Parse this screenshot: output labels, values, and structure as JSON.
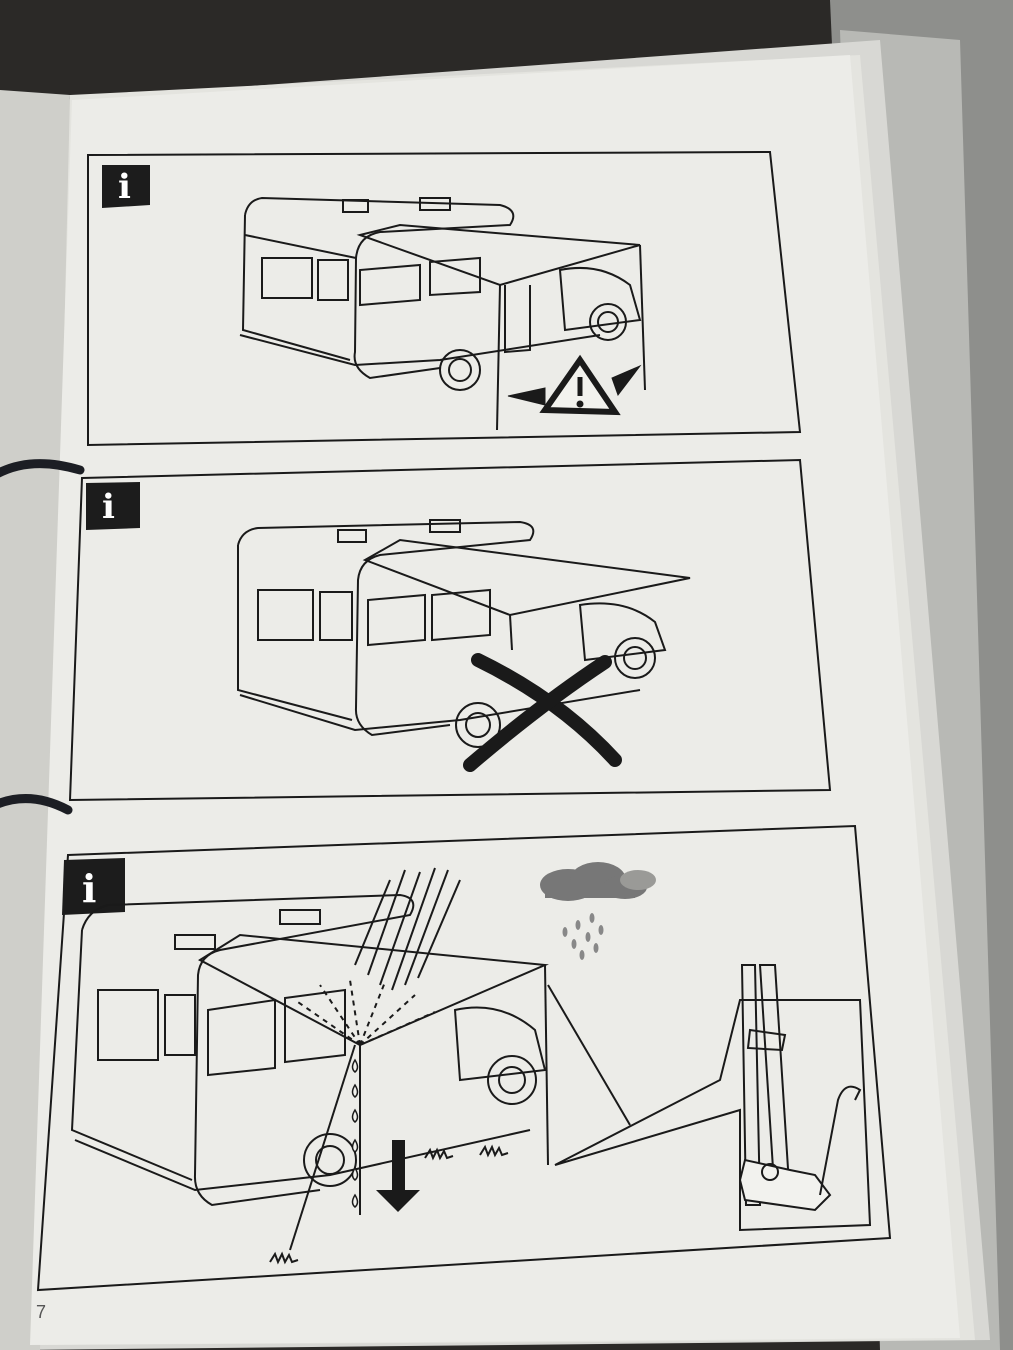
{
  "manual": {
    "page_number": "7",
    "panels": [
      {
        "badge": "i",
        "graphic": "motorhome-awning-leg-warning"
      },
      {
        "badge": "i",
        "graphic": "motorhome-awning-no-support-prohibited"
      },
      {
        "badge": "i",
        "graphic": "motorhome-awning-rain-tilt-and-tie-down"
      }
    ]
  }
}
